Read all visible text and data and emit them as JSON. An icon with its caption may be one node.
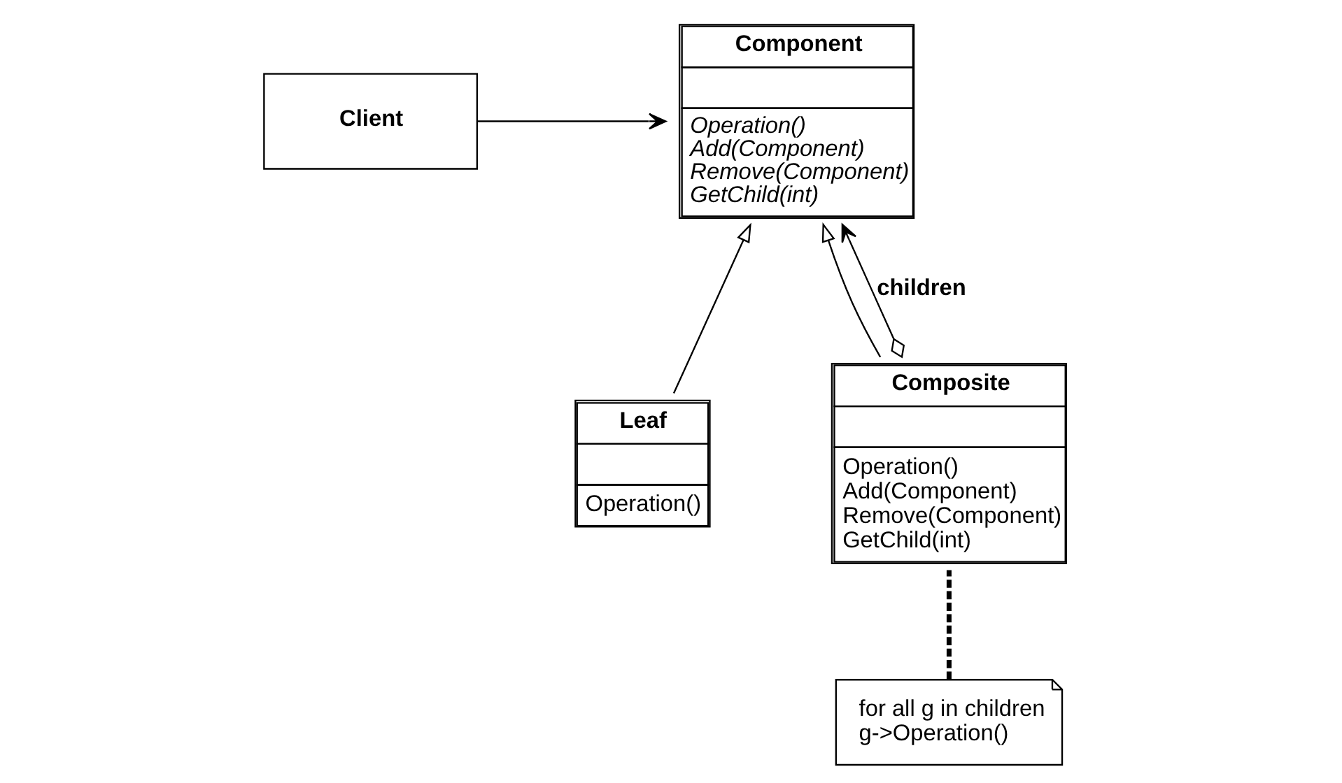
{
  "diagram": {
    "nodes": [
      {
        "text": [
          "Client"
        ]
      },
      {
        "text": [
          "Component",
          "Operation()",
          "Add(Component)",
          "Remove(Component)",
          "GetChild(int)"
        ]
      },
      {
        "text": [
          "Leaf",
          "Operation()"
        ]
      },
      {
        "text": [
          "Composite",
          "Operation()",
          "Add(Component)",
          "Remove(Component)",
          "GetChild(int)"
        ]
      },
      {
        "text": [
          "for all g in children",
          "g->Operation()"
        ]
      }
    ],
    "edges": [
      {
        "from": 0,
        "to": 1,
        "arrow": "to"
      },
      {
        "from": 2,
        "to": 1,
        "arrow": "to"
      },
      {
        "from": 3,
        "to": 1,
        "arrow": "to"
      },
      {
        "from": 3,
        "to": 1,
        "arrow": "to",
        "label": "children"
      },
      {
        "from": 4,
        "to": 3,
        "arrow": "none",
        "style": "dashed"
      }
    ]
  }
}
